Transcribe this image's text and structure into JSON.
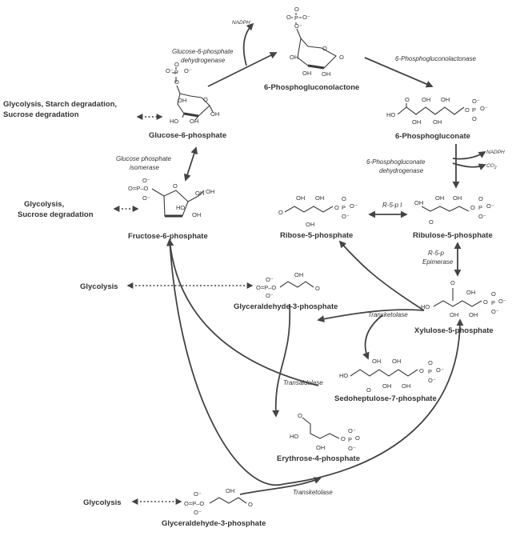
{
  "compounds": {
    "glucose6p": "Glucose-6-phosphate",
    "pgl": "6-Phosphogluconolactone",
    "pg": "6-Phosphogluconate",
    "fructose6p": "Fructose-6-phosphate",
    "ribose5p": "Ribose-5-phosphate",
    "ribulose5p": "Ribulose-5-phosphate",
    "g3p_mid": "Glyceraldehyde-3-phosphate",
    "xylulose5p": "Xylulose-5-phosphate",
    "sedo7p": "Sedoheptulose-7-phosphate",
    "erythrose4p": "Erythrose-4-phosphate",
    "g3p_bottom": "Glyceraldehyde-3-phosphate"
  },
  "enzymes": {
    "g6pdh_line1": "Glucose-6-phosphate",
    "g6pdh_line2": "dehydrogenase",
    "lactonase": "6-Phosphogluconolactonase",
    "pgdh_line1": "6-Phosphogluconate",
    "pgdh_line2": "dehydrogenase",
    "gpi_line1": "Glucose phosphate",
    "gpi_line2": "isomerase",
    "r5pi": "R-5-p I",
    "epi_line1": "R-5-p",
    "epi_line2": "Epimerase",
    "transketolase_1": "Transketolase",
    "transaldolase": "Transaldolase",
    "transketolase_2": "Transketolase"
  },
  "cofactors": {
    "nadph_top": "NADPH",
    "nadph_right": "NADPH",
    "co2": "CO",
    "co2_sub": "2"
  },
  "side_pathways": {
    "g6p_line1": "Glycolysis, Starch degradation,",
    "g6p_line2": "Sucrose degradation",
    "f6p_line1": "Glycolysis,",
    "f6p_line2": "Sucrose degradation",
    "g3p_mid": "Glycolysis",
    "g3p_bottom": "Glycolysis"
  },
  "atoms": {
    "O": "O",
    "Om": "O⁻",
    "P": "P",
    "OH": "OH",
    "HO": "HO",
    "eq": "=",
    "O_eq_P": "O=P–O",
    "P_dash": "O–P"
  }
}
